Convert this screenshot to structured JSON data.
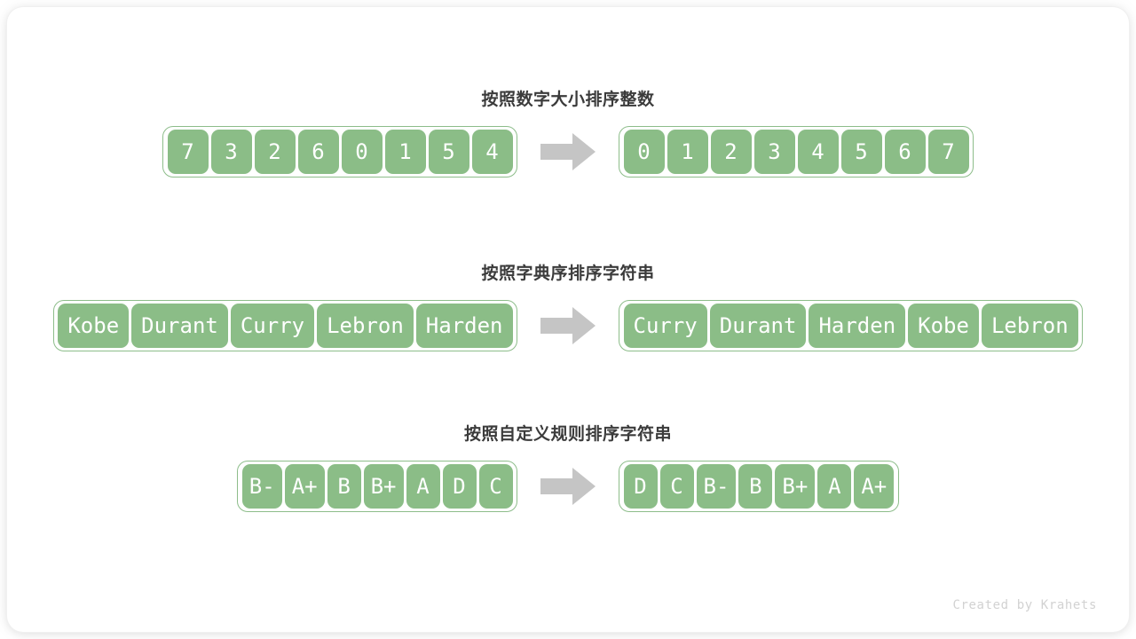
{
  "card": {
    "background": "#ffffff",
    "accent_green": "#8bbd87",
    "border_green": "#8dbd8a",
    "arrow_gray": "#c5c5c5",
    "title_color": "#3b3b3b",
    "footer_color": "#d2d2d2"
  },
  "sections": [
    {
      "title": "按照数字大小排序整数",
      "input": [
        "7",
        "3",
        "2",
        "6",
        "0",
        "1",
        "5",
        "4"
      ],
      "output": [
        "0",
        "1",
        "2",
        "3",
        "4",
        "5",
        "6",
        "7"
      ],
      "arrow": "right-arrow-icon"
    },
    {
      "title": "按照字典序排序字符串",
      "input": [
        "Kobe",
        "Durant",
        "Curry",
        "Lebron",
        "Harden"
      ],
      "output": [
        "Curry",
        "Durant",
        "Harden",
        "Kobe",
        "Lebron"
      ],
      "arrow": "right-arrow-icon"
    },
    {
      "title": "按照自定义规则排序字符串",
      "input": [
        "B-",
        "A+",
        "B",
        "B+",
        "A",
        "D",
        "C"
      ],
      "output": [
        "D",
        "C",
        "B-",
        "B",
        "B+",
        "A",
        "A+"
      ],
      "arrow": "right-arrow-icon"
    }
  ],
  "footer": {
    "credit": "Created by Krahets"
  }
}
